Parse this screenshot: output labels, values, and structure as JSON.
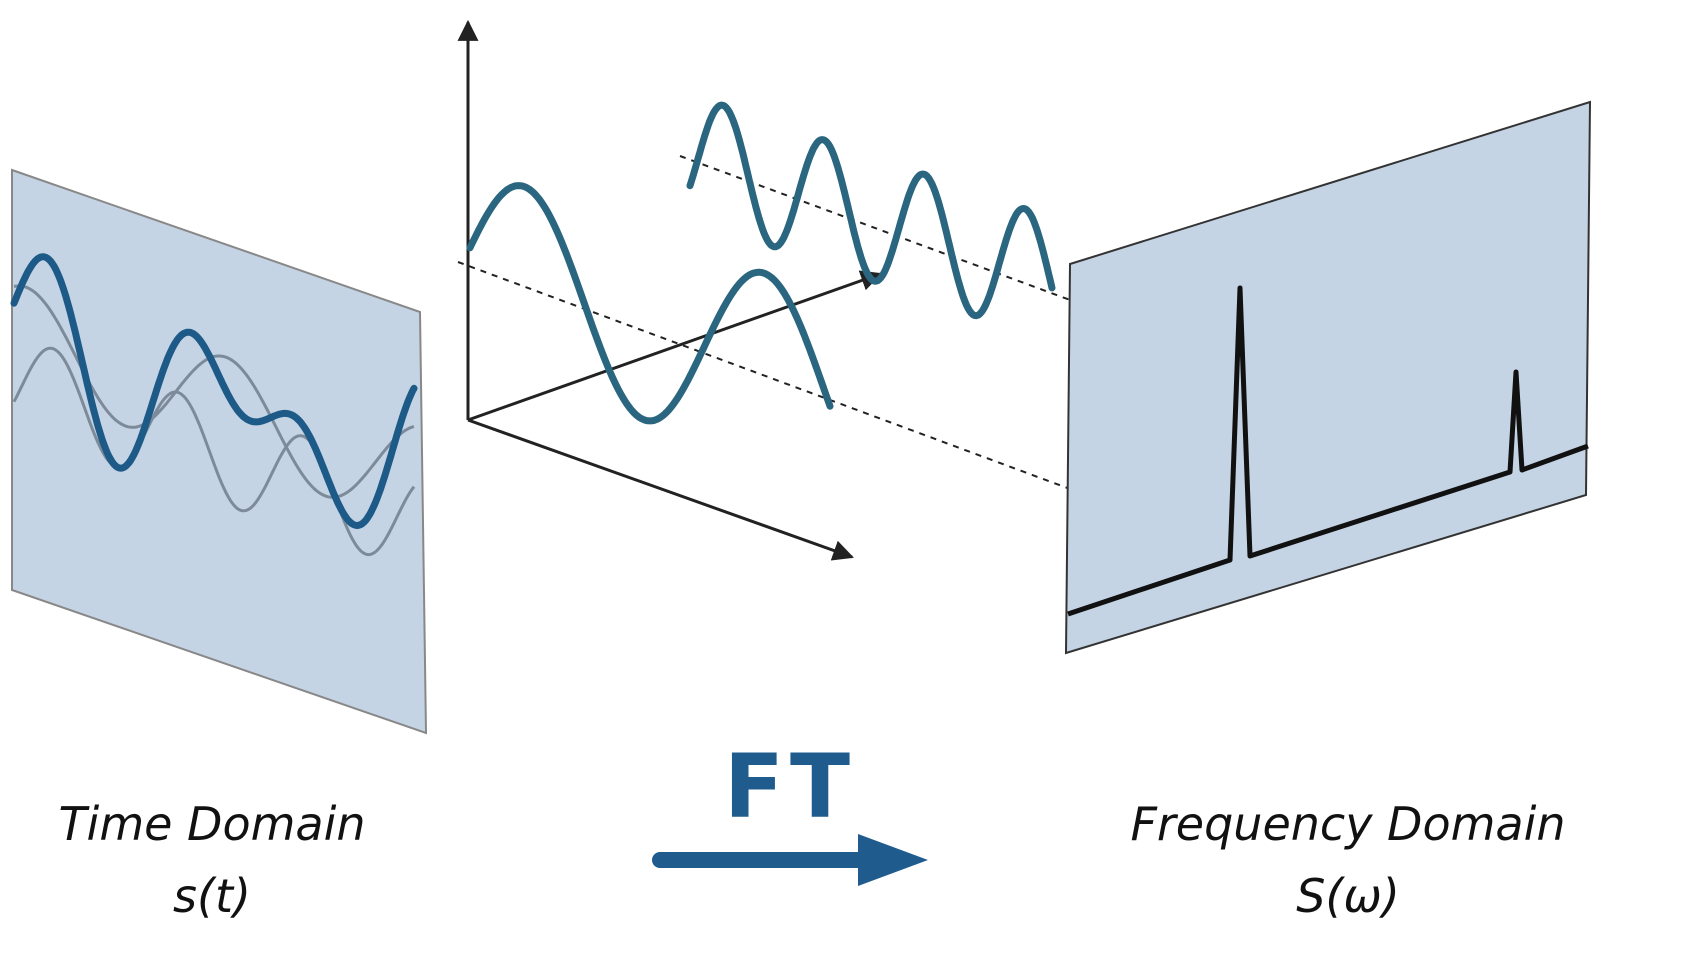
{
  "labels": {
    "time_domain": "Time Domain",
    "time_symbol": "s(t)",
    "frequency_domain": "Frequency Domain",
    "frequency_symbol": "S(ω)",
    "transform": "FT"
  },
  "colors": {
    "panel_fill": "#c5d4e4",
    "panel_stroke": "#444444",
    "signal_dark": "#1d5a87",
    "signal_teal": "#2a6680",
    "component_gray": "#7d8a99",
    "axis": "#222222",
    "arrow_blue": "#1f5b8d"
  }
}
